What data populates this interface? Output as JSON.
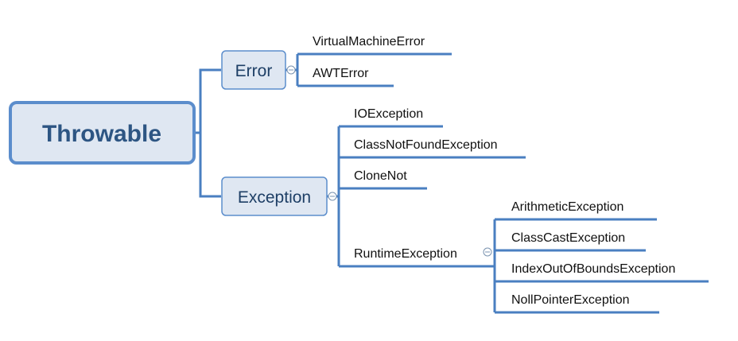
{
  "root": {
    "label": "Throwable"
  },
  "error": {
    "label": "Error",
    "children": [
      "VirtualMachineError",
      "AWTError"
    ]
  },
  "exception": {
    "label": "Exception",
    "children": [
      "IOException",
      "ClassNotFoundException",
      "CloneNot",
      "RuntimeException"
    ]
  },
  "runtime": {
    "children": [
      "ArithmeticException",
      "ClassCastException",
      "IndexOutOfBoundsException",
      "NollPointerException"
    ]
  },
  "colors": {
    "line": "#4a7fc1",
    "box_fill": "#dfe7f2",
    "box_border": "#5b8dcc",
    "root_text": "#2d5583",
    "mid_text": "#1e3f66"
  }
}
